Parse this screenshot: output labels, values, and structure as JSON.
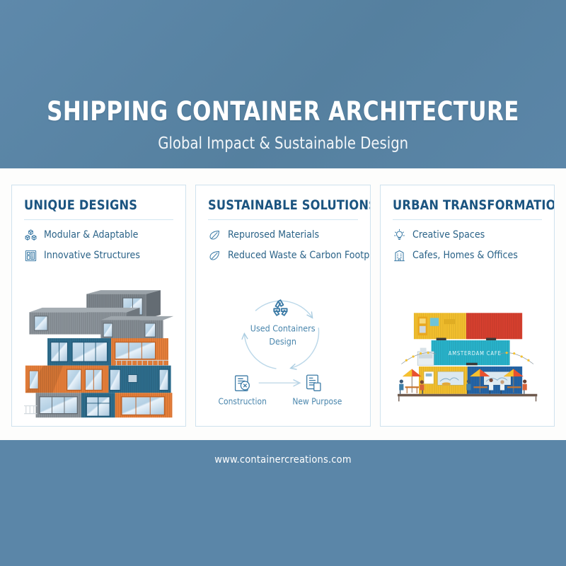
{
  "header": {
    "title": "SHIPPING CONTAINER ARCHITECTURE",
    "subtitle": "Global Impact & Sustainable Design"
  },
  "colors": {
    "background": "#5b86a8",
    "panel": "#fdfdfc",
    "heading": "#1b5480",
    "body_text": "#2b6388",
    "card_border": "#cfe2ee",
    "rule": "#d3e6f1",
    "container_orange": "#e8803a",
    "container_blue": "#2e6e8e",
    "container_gray": "#8c949b",
    "cafe_yellow": "#f5c12e",
    "cafe_red": "#d8402f",
    "cafe_cyan": "#29b4cc",
    "cafe_blue": "#2566a8"
  },
  "cards": [
    {
      "title": "UNIQUE DESIGNS",
      "features": [
        {
          "icon": "stacked-cubes-icon",
          "label": "Modular & Adaptable"
        },
        {
          "icon": "blueprint-building-icon",
          "label": "Innovative Structures"
        }
      ],
      "art": "stacked-container-house-illustration"
    },
    {
      "title": "SUSTAINABLE SOLUTIONS",
      "features": [
        {
          "icon": "leaf-icon",
          "label": "Repurosed Materials"
        },
        {
          "icon": "leaf-icon",
          "label": "Reduced Waste & Carbon Footprint"
        }
      ],
      "art": "recycling-cycle-diagram"
    },
    {
      "title": "URBAN TRANSFORMATION",
      "features": [
        {
          "icon": "lightbulb-icon",
          "label": "Creative Spaces"
        },
        {
          "icon": "office-building-icon",
          "label": "Cafes, Homes & Offices"
        }
      ],
      "art": "container-cafe-illustration"
    }
  ],
  "cycle_diagram": {
    "center_line1": "Used Containers",
    "center_line2": "Design",
    "center_icon": "recycle-icon",
    "step_left": {
      "icon": "construction-icon",
      "label": "Construction"
    },
    "step_right": {
      "icon": "documents-icon",
      "label": "New Purpose"
    }
  },
  "cafe_illustration": {
    "sign_text": "AMSTERDAM CAFE"
  },
  "footer": {
    "url": "www.containercreations.com"
  }
}
